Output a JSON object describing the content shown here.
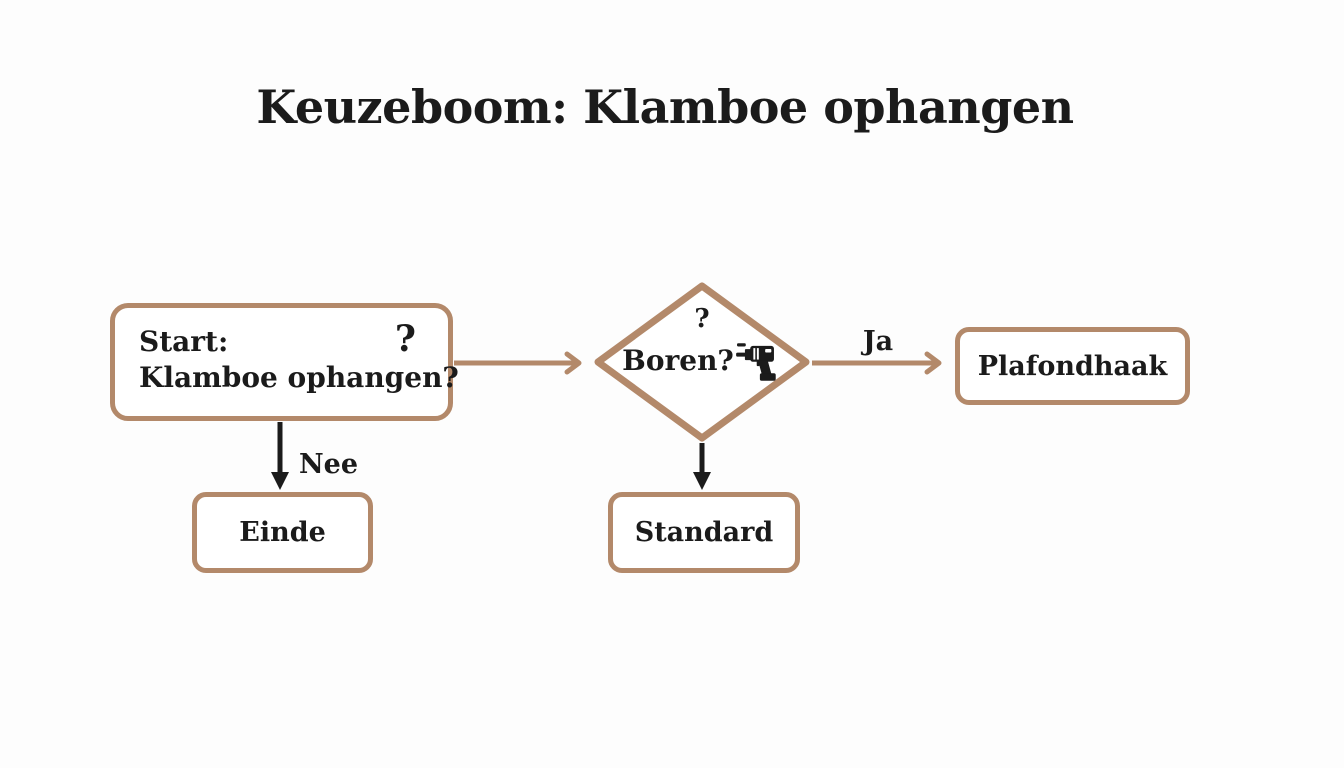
{
  "title": "Keuzeboom: Klamboe ophangen",
  "colors": {
    "accent": "#b3896a",
    "ink": "#1b1b1b",
    "node_fill": "#ffffff",
    "background": "#fdfdfd"
  },
  "nodes": {
    "start": {
      "line1": "Start:",
      "line2": "Klamboe ophangen?",
      "corner_mark": "?"
    },
    "decision": {
      "top_mark": "?",
      "label": "Boren?",
      "icon": "drill-icon"
    },
    "plafondhaak": {
      "label": "Plafondhaak"
    },
    "einde": {
      "label": "Einde"
    },
    "standard": {
      "label": "Standard"
    }
  },
  "edges": {
    "decision_to_plafondhaak": {
      "label": "Ja"
    },
    "start_to_einde": {
      "label": "Nee"
    }
  }
}
